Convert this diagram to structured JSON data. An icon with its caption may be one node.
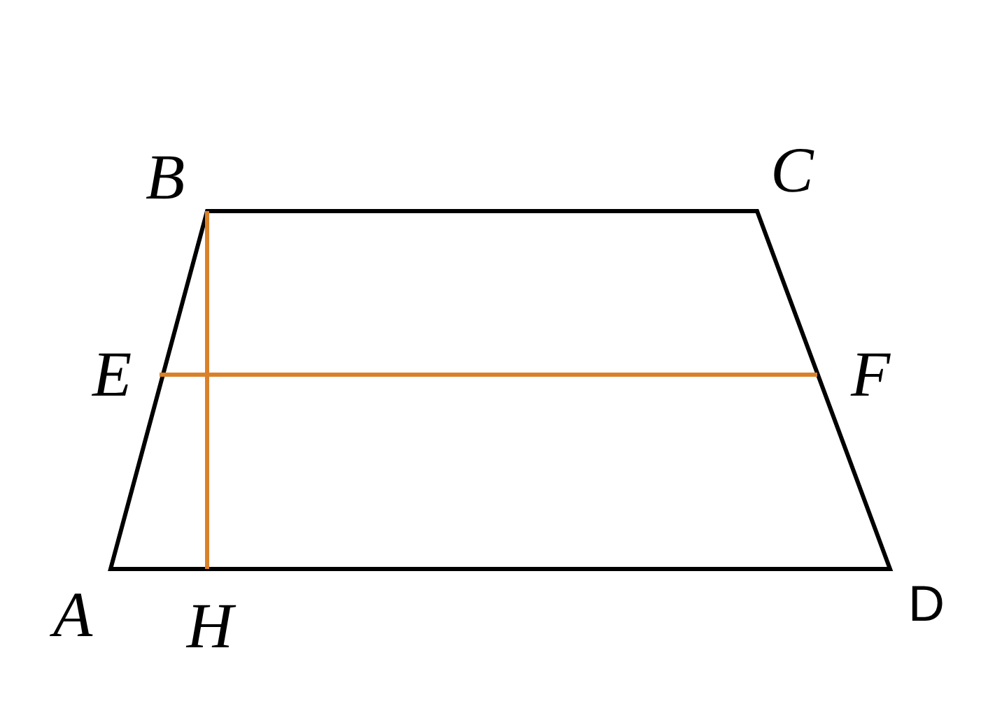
{
  "diagram": {
    "labels": [
      "B",
      "C",
      "E",
      "F",
      "A",
      "H",
      "D"
    ]
  }
}
